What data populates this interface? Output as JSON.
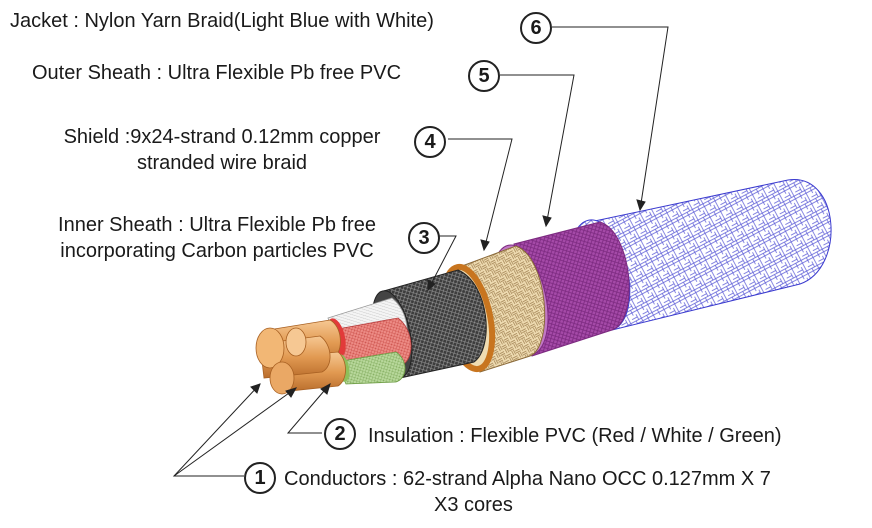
{
  "parts": [
    {
      "number": "1",
      "lines": [
        "Conductors :  62-strand Alpha Nano OCC 0.127mm X 7",
        "X3 cores"
      ]
    },
    {
      "number": "2",
      "lines": [
        "Insulation : Flexible PVC (Red / White / Green)"
      ]
    },
    {
      "number": "3",
      "lines": [
        "Inner Sheath : Ultra Flexible Pb free",
        "incorporating Carbon particles PVC"
      ]
    },
    {
      "number": "4",
      "lines": [
        "Shield :9x24-strand 0.12mm copper",
        "stranded wire braid"
      ]
    },
    {
      "number": "5",
      "lines": [
        "Outer Sheath : Ultra Flexible Pb free PVC"
      ]
    },
    {
      "number": "6",
      "lines": [
        "Jacket : Nylon Yarn Braid(Light Blue with White)"
      ]
    }
  ],
  "colors": {
    "jacket_line": "#3b3bcf",
    "outer_sheath": "#9a3fa0",
    "shield_braid": "#e9d3a6",
    "carbon_sheath": "#3a3a3a",
    "copper": "#e9a25a",
    "insulation_red": "#e23a3a",
    "insulation_white": "#eeeeee",
    "insulation_green": "#8dbf5a",
    "orange_ring": "#c8751f"
  }
}
